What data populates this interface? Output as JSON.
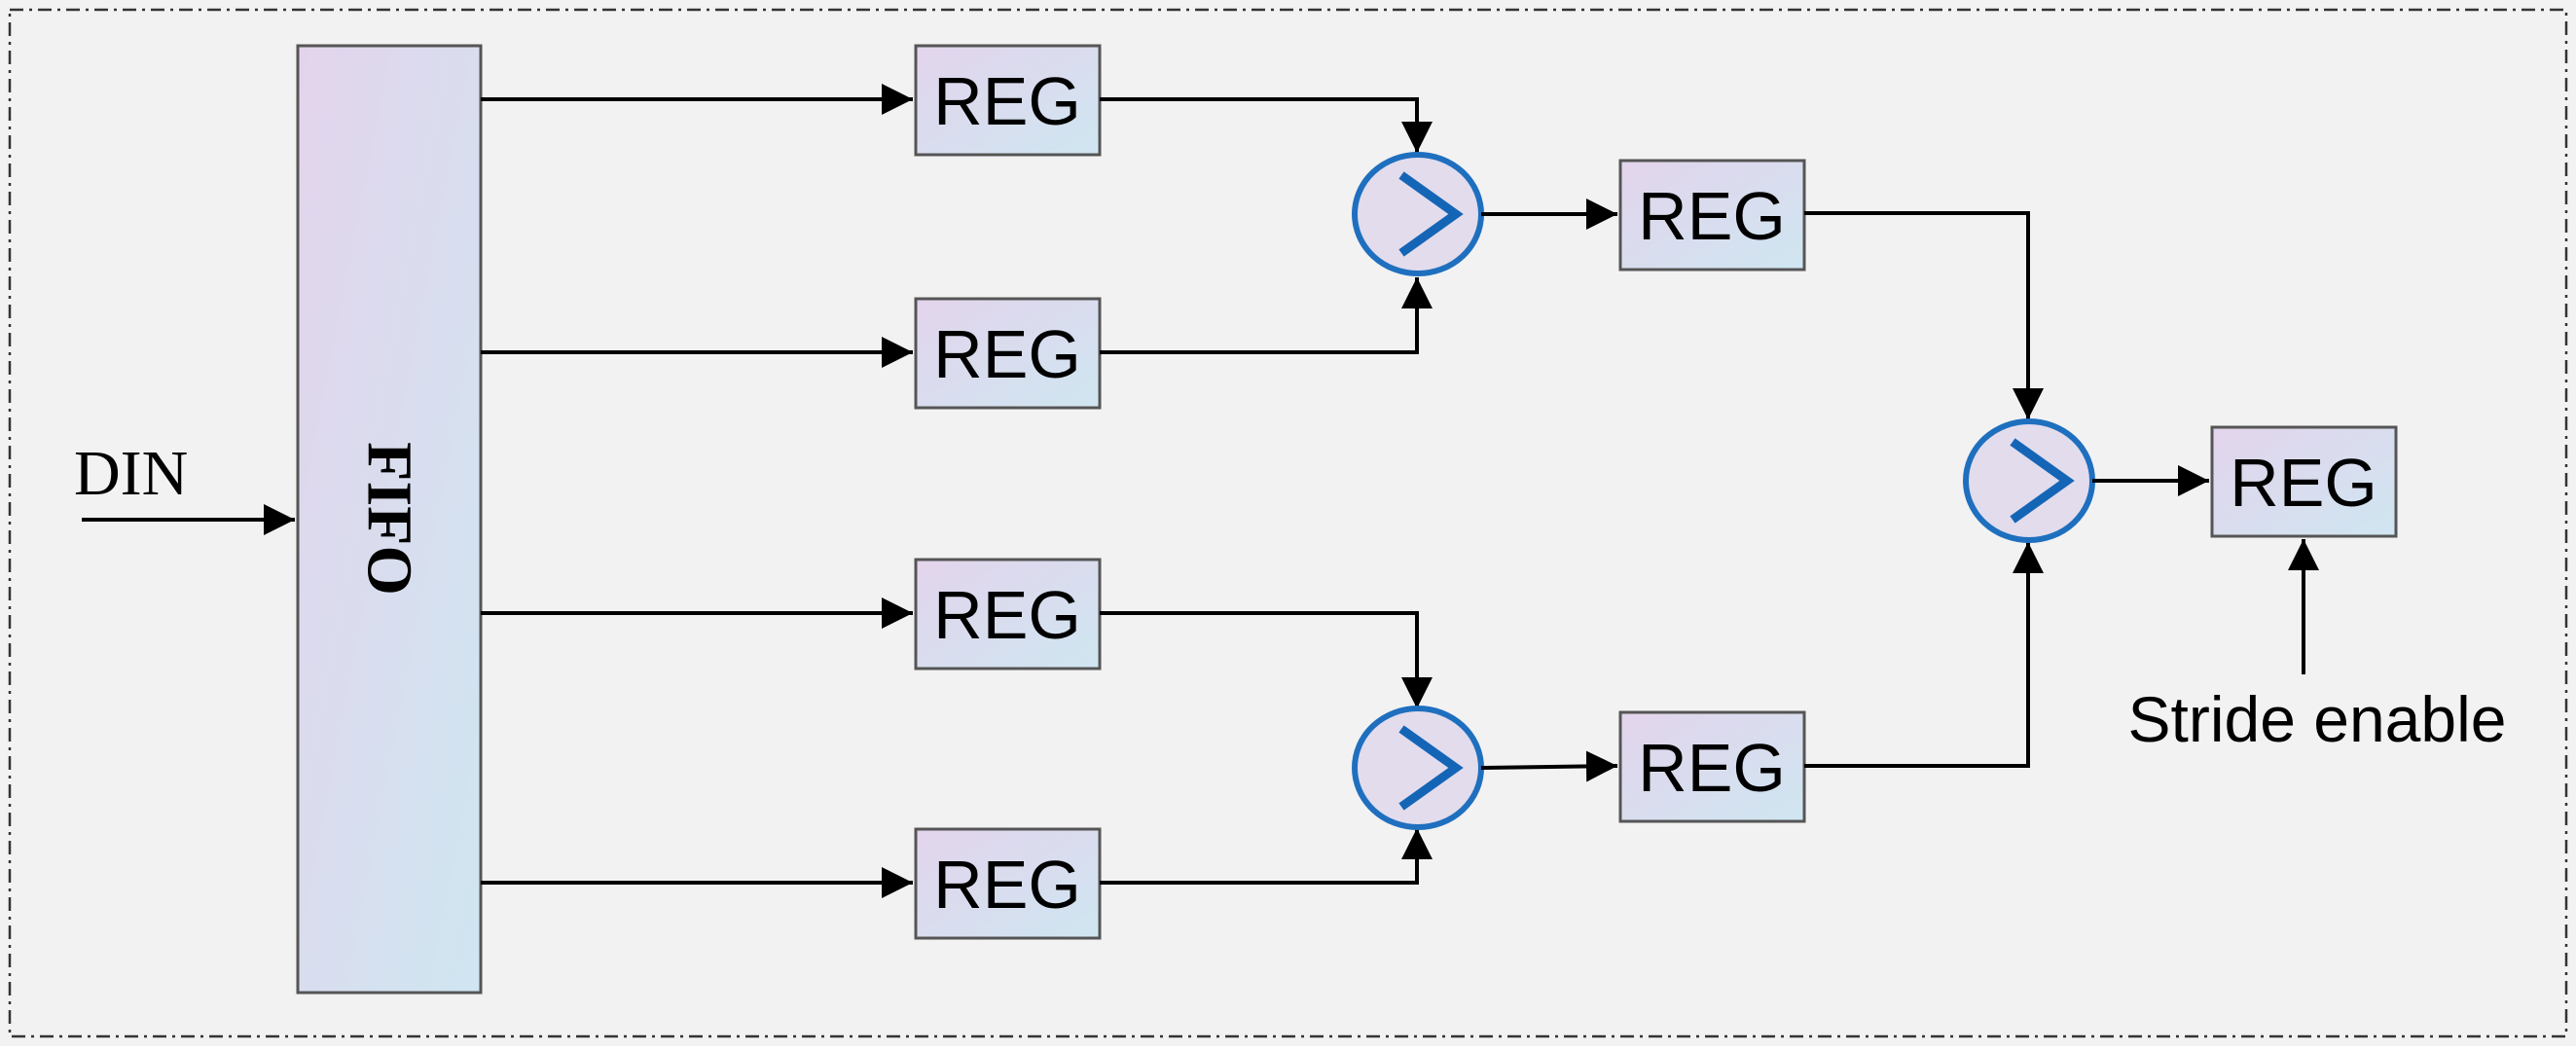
{
  "diagram": {
    "input_label": "DIN",
    "fifo_label": "FIFO",
    "reg_label": "REG",
    "stride_label": "Stride enable",
    "colors": {
      "background": "#f2f2f2",
      "border": "#333333",
      "box_border": "#555555",
      "box_fill_start": "#e3d4ec",
      "box_fill_end": "#cfe6f1",
      "comparator_stroke": "#1f6fbf",
      "comparator_glyph": "#1565b7",
      "comparator_fill": "#e2dced",
      "line": "#000000"
    },
    "icons": {
      "comparator": "greater-than-comparator-icon"
    }
  }
}
